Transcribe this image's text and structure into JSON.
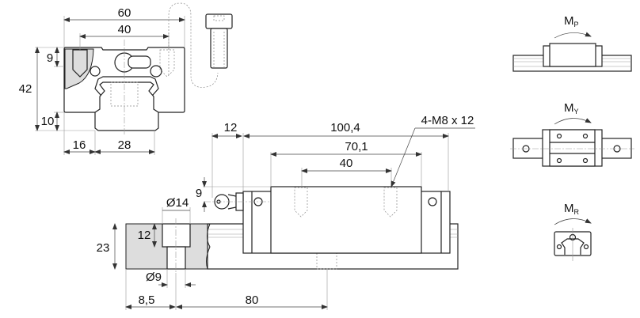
{
  "front_view": {
    "dims": {
      "width_total": "60",
      "hole_spacing": "40",
      "thread_depth": "9",
      "height_total": "42",
      "rail_clearance": "10",
      "side_offset": "16",
      "rail_width": "28"
    }
  },
  "side_view": {
    "dims": {
      "nipple_length": "12",
      "block_length": "100,4",
      "body_length": "70,1",
      "hole_spacing": "40",
      "nipple_height": "9",
      "counterbore_dia": "Ø14",
      "counterbore_depth": "12",
      "rail_height": "23",
      "hole_dia": "Ø9",
      "end_offset": "8,5",
      "rail_pitch": "80"
    },
    "thread_callout": "4-M8 x 12"
  },
  "moments": [
    {
      "main": "M",
      "sub": "P"
    },
    {
      "main": "M",
      "sub": "Y"
    },
    {
      "main": "M",
      "sub": "R"
    }
  ]
}
